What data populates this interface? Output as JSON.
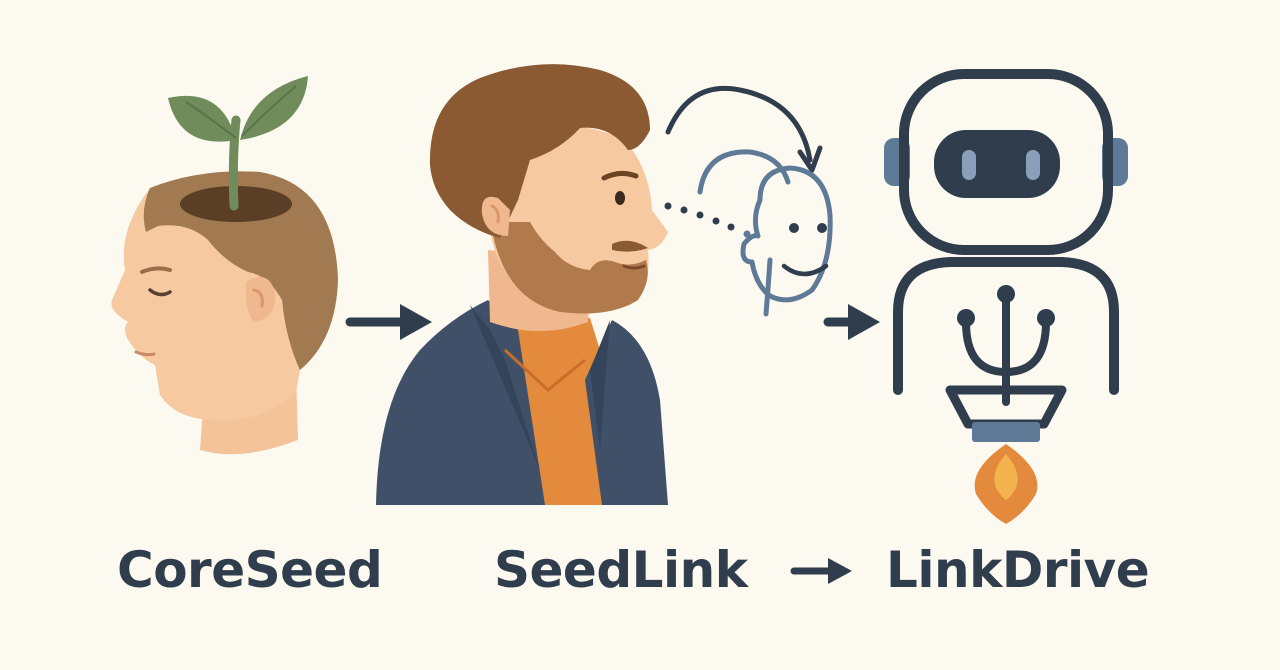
{
  "stages": [
    {
      "label": "CoreSeed",
      "icon": "sprouting-head-icon"
    },
    {
      "label": "SeedLink",
      "icon": "bearded-man-icon"
    },
    {
      "label": "LinkDrive",
      "icon": "rocket-robot-icon"
    }
  ],
  "colors": {
    "background": "#fcf9f0",
    "text": "#2f3d4d",
    "skin": "#f7c9a0",
    "hair": "#8b5a32",
    "jacket": "#3f5068",
    "shirt": "#e38a3c",
    "leaf": "#6f8c5a",
    "robot_line": "#2f3d4d",
    "robot_accent": "#5f7a96",
    "flame": "#e38a3c"
  }
}
